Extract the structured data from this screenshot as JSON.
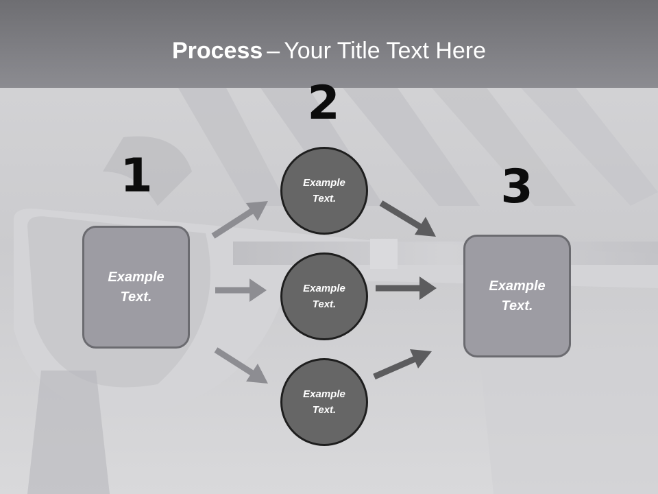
{
  "title": {
    "bold": "Process",
    "dash": "–",
    "rest": "Your Title Text Here"
  },
  "diagram": {
    "steps": [
      {
        "number": "1",
        "boxes": [
          {
            "line1": "Example",
            "line2": "Text."
          }
        ]
      },
      {
        "number": "2",
        "boxes": [
          {
            "line1": "Example",
            "line2": "Text."
          },
          {
            "line1": "Example",
            "line2": "Text."
          },
          {
            "line1": "Example",
            "line2": "Text."
          }
        ]
      },
      {
        "number": "3",
        "boxes": [
          {
            "line1": "Example",
            "line2": "Text."
          }
        ]
      }
    ]
  },
  "colors": {
    "title_band": "#7a7a7f",
    "side_box_fill": "#9d9ca3",
    "circle_fill": "#666666",
    "arrow_light": "#8d8d92",
    "arrow_dark": "#5c5c5e",
    "number_text": "#0c0c0c"
  }
}
